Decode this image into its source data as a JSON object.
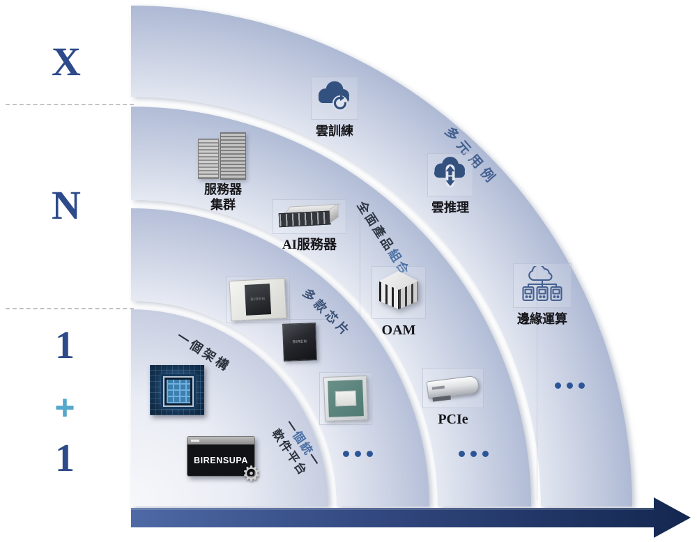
{
  "rail": {
    "x": "X",
    "n": "N",
    "one_a": "1",
    "plus": "+",
    "one_b": "1"
  },
  "curved": {
    "use_cases": "多元用例",
    "portfolio_main": "全面產品",
    "portfolio_accent": "組合",
    "chips": "多款芯片",
    "architecture": "一個架構",
    "platform_l1a": "一",
    "platform_l1b": "個統",
    "platform_l1c": "一",
    "platform_l2": "軟件平台"
  },
  "items": {
    "cloud_training": {
      "label": "雲訓練"
    },
    "server_cluster": {
      "line1": "服務器",
      "line2": "集群"
    },
    "ai_server": {
      "label": "AI服務器"
    },
    "cloud_inference": {
      "label": "雲推理"
    },
    "oam": {
      "label": "OAM"
    },
    "edge_computing": {
      "label": "邊緣運算"
    },
    "pcie": {
      "label": "PCIe"
    },
    "birensupa": {
      "label": "BIRENSUPA",
      "gear": "⚙"
    },
    "chip_small_text": "BIREN"
  },
  "colors": {
    "navy": "#2d4a8a",
    "plus_cyan": "#55a7cc",
    "curved_blue": "#4a6fa5",
    "cloud_icon_blue": "#33517e",
    "edge_outline_blue": "#44608f",
    "band_outer": "#aeb9d4",
    "band_inner": "#e4e8f1",
    "arrow_dark": "#132750",
    "ellipsis_dots": "#2c5598"
  }
}
